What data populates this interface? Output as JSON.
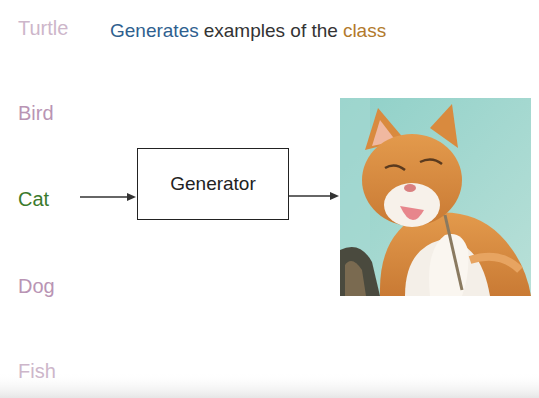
{
  "diagram": {
    "nodes": [
      {
        "text": [
          "Generator"
        ]
      }
    ],
    "labels": [
      "Generates",
      "examples of the",
      "class",
      "Turtle",
      "Bird",
      "Cat",
      "Dog",
      "Fish"
    ]
  }
}
